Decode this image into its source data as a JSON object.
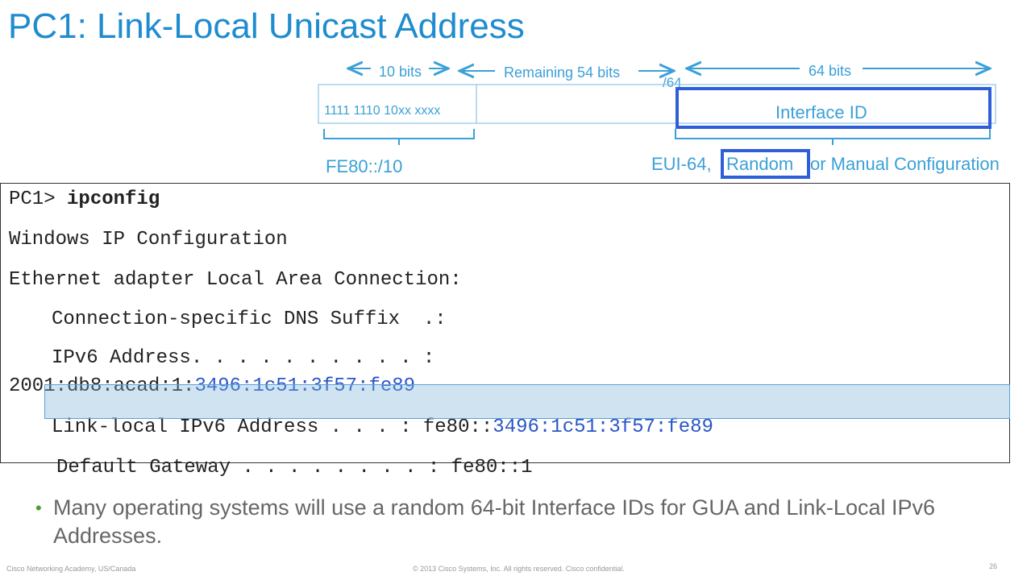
{
  "title": "PC1: Link-Local Unicast Address",
  "diagram": {
    "label_10bits": "10 bits",
    "label_remaining": "Remaining 54 bits",
    "label_64bits": "64 bits",
    "label_prefix64": "/64",
    "bits_value": "1111 1110 10xx xxxx",
    "interface_id": "Interface ID",
    "fe80": "FE80::/10",
    "config_prefix": "EUI-64,",
    "config_random": "Random",
    "config_suffix": "or Manual Configuration"
  },
  "terminal": {
    "prompt": "PC1> ",
    "command": "ipconfig",
    "line2": "Windows IP Configuration",
    "line3": "Ethernet adapter Local Area Connection:",
    "line4": "Connection-specific DNS Suffix  .:",
    "line5": "IPv6 Address. . . . . . . . . . :",
    "gua_prefix": "2001:db8:acad:1:",
    "gua_iid": "3496:1c51:3f57:fe89",
    "ll_label": "Link-local IPv6 Address . . . : ",
    "ll_prefix": "fe80::",
    "ll_iid": "3496:1c51:3f57:fe89",
    "gateway": "Default Gateway . . . . . . . . : fe80::1"
  },
  "bullet": "Many operating systems will use a random 64-bit Interface IDs for GUA and Link-Local IPv6 Addresses.",
  "footer": {
    "left": "Cisco Networking Academy, US/Canada",
    "center": "© 2013 Cisco Systems, Inc. All rights reserved. Cisco confidential.",
    "page": "26"
  },
  "colors": {
    "title": "#1f8ccf",
    "diagram": "#3aa0d8",
    "highlight": "#2f5fd8",
    "bullet": "#4aa02c"
  }
}
